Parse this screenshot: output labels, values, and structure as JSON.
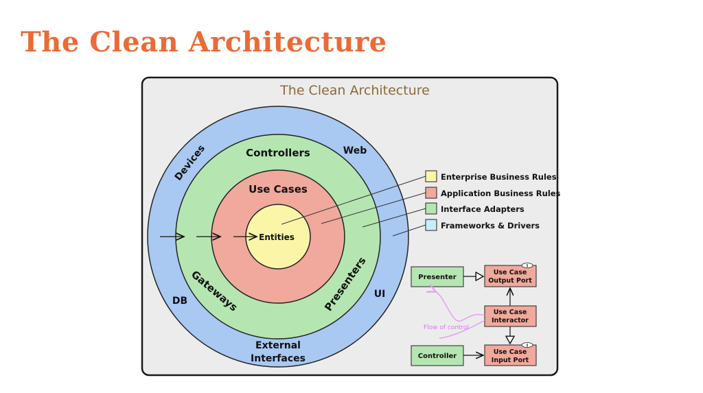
{
  "slide": {
    "title": "The Clean Architecture"
  },
  "diagram": {
    "title": "The Clean Architecture",
    "rings": {
      "outer": {
        "labels": [
          "Devices",
          "Web",
          "DB",
          "UI",
          "External",
          "Interfaces"
        ],
        "color": "#a9c8f2"
      },
      "adapters": {
        "labels": [
          "Controllers",
          "Gateways",
          "Presenters"
        ],
        "color": "#b5e6b1"
      },
      "use_cases": {
        "label": "Use Cases",
        "color": "#f0a99c"
      },
      "entities": {
        "label": "Entities",
        "color": "#fbf5a8"
      }
    },
    "legend": [
      {
        "label": "Enterprise Business Rules",
        "color": "#fbf5a8"
      },
      {
        "label": "Application Business Rules",
        "color": "#f0a99c"
      },
      {
        "label": "Interface Adapters",
        "color": "#b5e6b1"
      },
      {
        "label": "Frameworks & Drivers",
        "color": "#c8eefa"
      }
    ],
    "flow": {
      "presenter": "Presenter",
      "controller": "Controller",
      "output_port": [
        "Use Case",
        "Output Port"
      ],
      "interactor": [
        "Use Case",
        "Interactor"
      ],
      "input_port": [
        "Use Case",
        "Input Port"
      ],
      "flow_label": "Flow of control",
      "port_badge": "I"
    }
  }
}
